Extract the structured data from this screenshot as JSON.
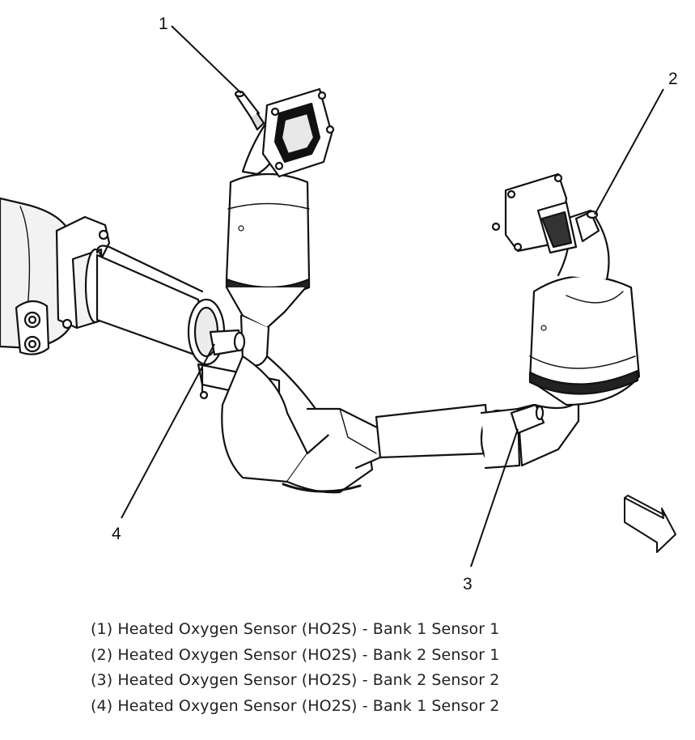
{
  "diagram": {
    "callouts": [
      {
        "id": "1",
        "label": "1"
      },
      {
        "id": "2",
        "label": "2"
      },
      {
        "id": "3",
        "label": "3"
      },
      {
        "id": "4",
        "label": "4"
      }
    ],
    "legend": [
      "(1) Heated Oxygen Sensor (HO2S) - Bank 1 Sensor 1",
      "(2) Heated Oxygen Sensor (HO2S) - Bank 2 Sensor 1",
      "(3) Heated Oxygen Sensor (HO2S) - Bank 2 Sensor 2",
      "(4) Heated Oxygen Sensor (HO2S) - Bank 1 Sensor 2"
    ],
    "colors": {
      "line": "#111111",
      "fill": "#ffffff",
      "shade": "#e6e6e6"
    }
  }
}
